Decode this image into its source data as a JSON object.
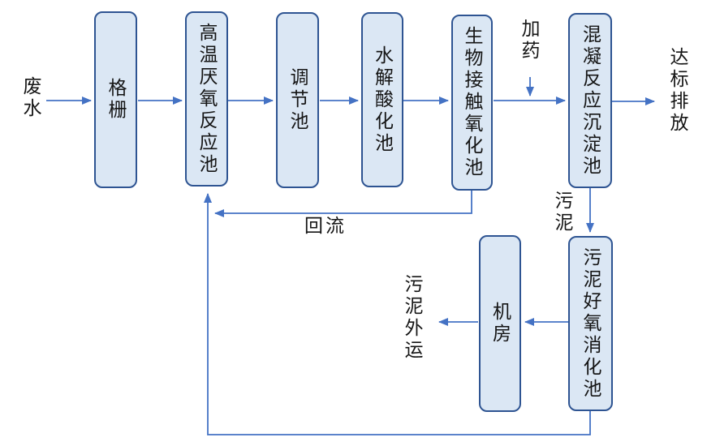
{
  "colors": {
    "node_fill": "#dbe7f4",
    "node_border": "#2e5492",
    "arrow": "#4472c4",
    "text": "#151515",
    "background": "#ffffff"
  },
  "nodes": [
    {
      "id": "grid",
      "label": "格栅"
    },
    {
      "id": "high-temp-anaerobic-reactor",
      "label": "高温厌氧反应池"
    },
    {
      "id": "regulating-tank",
      "label": "调节池"
    },
    {
      "id": "hydrolysis-acidification-tank",
      "label": "水解酸化池"
    },
    {
      "id": "bio-contact-oxidation-tank",
      "label": "生物接触氧化池"
    },
    {
      "id": "coagulation-reaction-sedimentation-tank",
      "label": "混凝反应沉淀池"
    },
    {
      "id": "machine-room",
      "label": "机房"
    },
    {
      "id": "sludge-aerobic-digestion-tank",
      "label": "污泥好氧消化池"
    }
  ],
  "labels": {
    "influent": "废水",
    "dosing": "加药",
    "discharge": "达标排放",
    "sludge": "污泥",
    "reflux": "回流",
    "sludge_out": "污泥外运"
  }
}
